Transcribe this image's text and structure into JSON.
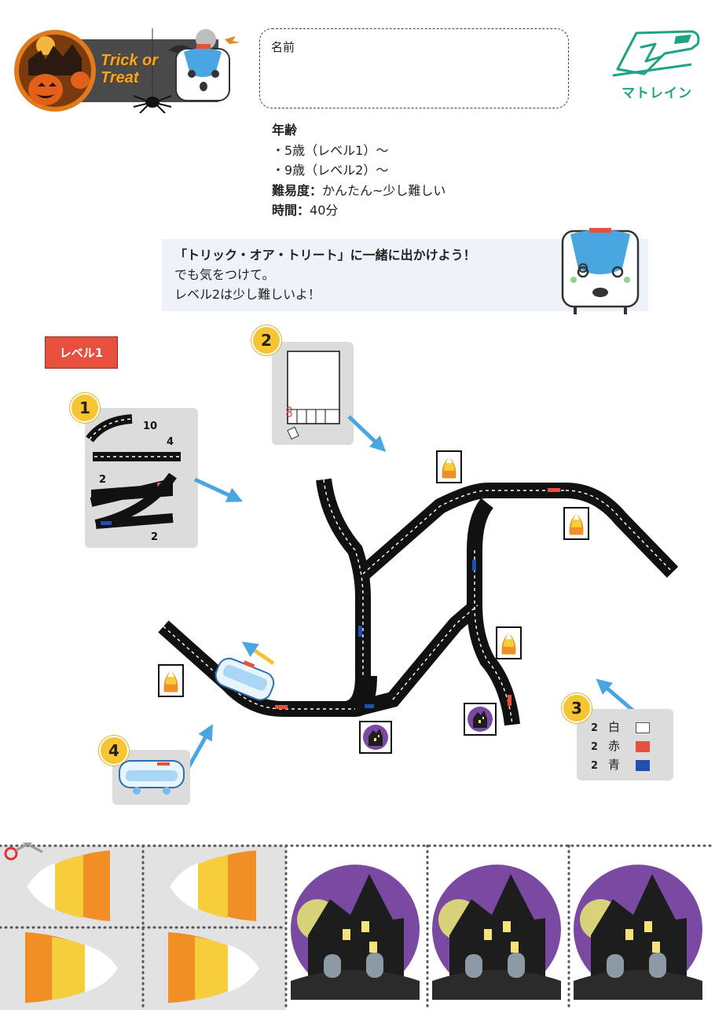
{
  "header": {
    "banner_text_line1": "Trick or",
    "banner_text_line2": "Treat",
    "name_label": "名前",
    "brand_name": "マトレイン"
  },
  "info": {
    "age_label": "年齢",
    "age_level1": "・5歳（レベル1）～",
    "age_level2": "・9歳（レベル2）～",
    "difficulty_label": "難易度：",
    "difficulty_value": "かんたん~少し難しい",
    "time_label": "時間：",
    "time_value": "40分"
  },
  "speech": {
    "line1": "「トリック・オア・トリート」に一緒に出かけよう！",
    "line2": "でも気をつけて。",
    "line3": "レベル2は少し難しいよ！"
  },
  "level_tag": "レベル1",
  "steps": {
    "step1": {
      "number": "1",
      "curve_count": "10",
      "straight_count": "4",
      "switch_left_count": "2",
      "switch_right_count": "2"
    },
    "step2": {
      "number": "2"
    },
    "step3": {
      "number": "3",
      "rows": [
        {
          "count": "2",
          "label": "白",
          "color": "#ffffff"
        },
        {
          "count": "2",
          "label": "赤",
          "color": "#e94f3f"
        },
        {
          "count": "2",
          "label": "青",
          "color": "#1f4fb0"
        }
      ]
    },
    "step4": {
      "number": "4"
    }
  },
  "colors": {
    "track": "#111111",
    "arrow": "#4aa6e0",
    "panel": "#dcdcdc",
    "step_badge": "#f7c531",
    "level_tag": "#e94f3f",
    "brand": "#1ea383",
    "candy_orange": "#ef8f26",
    "candy_yellow": "#f6cd3b",
    "house_bg": "#7a4aa2"
  },
  "icons": [
    "pumpkin-icon",
    "spider-icon",
    "train-mascot-icon",
    "scissors-icon",
    "candy-corn-icon",
    "haunted-house-icon",
    "train-car-icon"
  ]
}
